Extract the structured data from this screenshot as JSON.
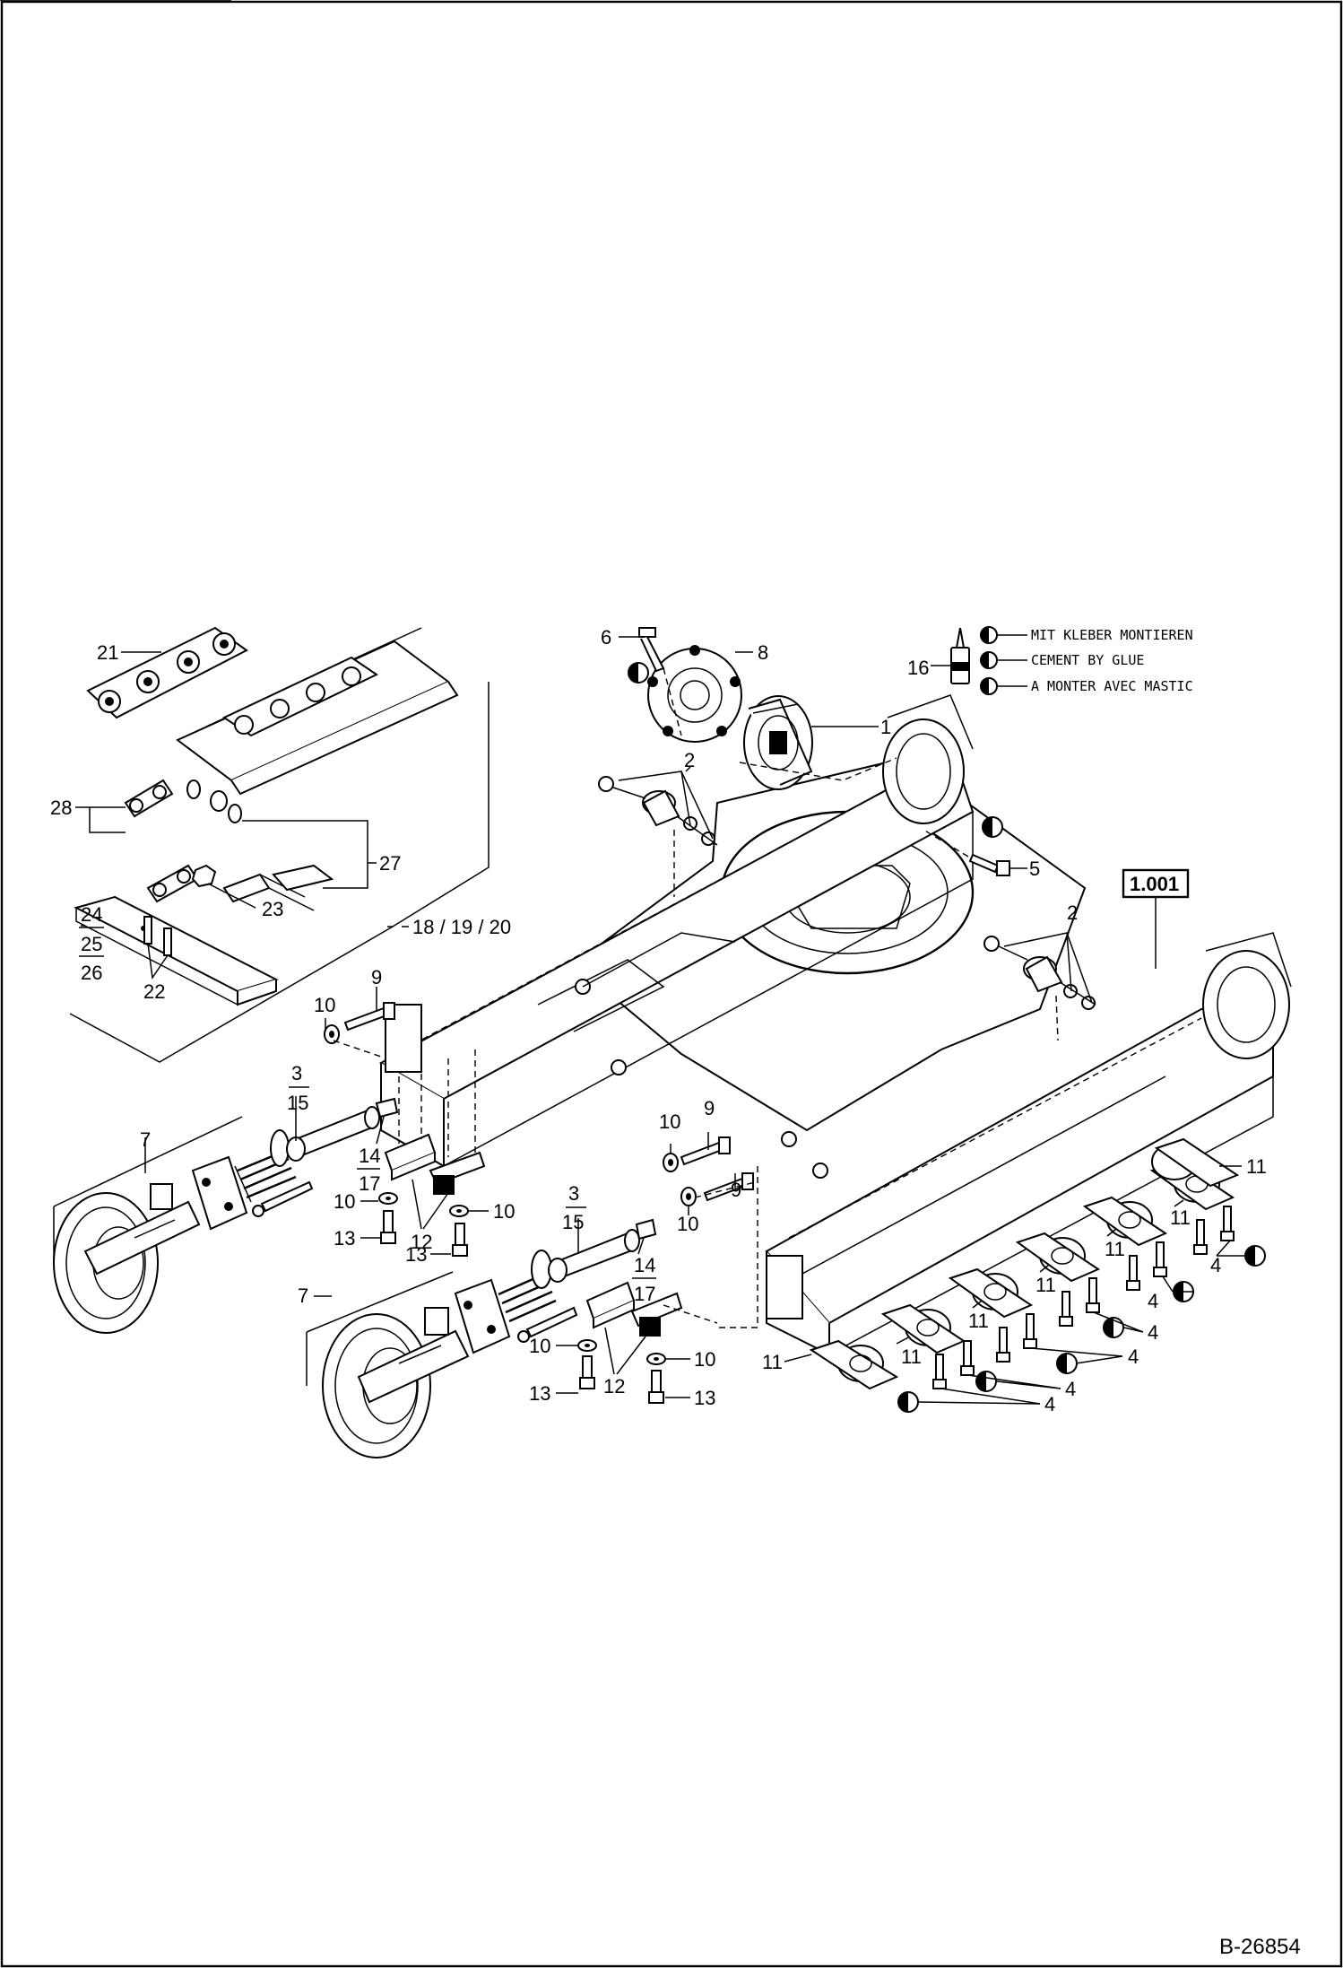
{
  "doc_ref": "B-26854",
  "reference_box": "1.001",
  "track_group_label": "18 / 19 / 20",
  "legend": {
    "de": "MIT KLEBER MONTIEREN",
    "en": "CEMENT BY GLUE",
    "fr": "A MONTER AVEC MASTIC"
  },
  "callouts": {
    "c1": "1",
    "c2a": "2",
    "c2b": "2",
    "c3a": "3",
    "c15a": "15",
    "c3b": "3",
    "c15b": "15",
    "c4a": "4",
    "c4b": "4",
    "c4c": "4",
    "c4d": "4",
    "c4e": "4",
    "c4f": "4",
    "c5": "5",
    "c6": "6",
    "c7a": "7",
    "c7b": "7",
    "c8": "8",
    "c9a": "9",
    "c9b": "9",
    "c9c": "9",
    "c10a": "10",
    "c10b": "10",
    "c10c": "10",
    "c10d": "10",
    "c10e": "10",
    "c10f": "10",
    "c10g": "10",
    "c11a": "11",
    "c11b": "11",
    "c11c": "11",
    "c11d": "11",
    "c11e": "11",
    "c11f": "11",
    "c11g": "11",
    "c12a": "12",
    "c12b": "12",
    "c13a": "13",
    "c13b": "13",
    "c13c": "13",
    "c13d": "13",
    "c14a": "14",
    "c17a": "17",
    "c14b": "14",
    "c17b": "17",
    "c16": "16",
    "c21": "21",
    "c22": "22",
    "c23": "23",
    "c24": "24",
    "c25": "25",
    "c26": "26",
    "c27": "27",
    "c28": "28"
  }
}
